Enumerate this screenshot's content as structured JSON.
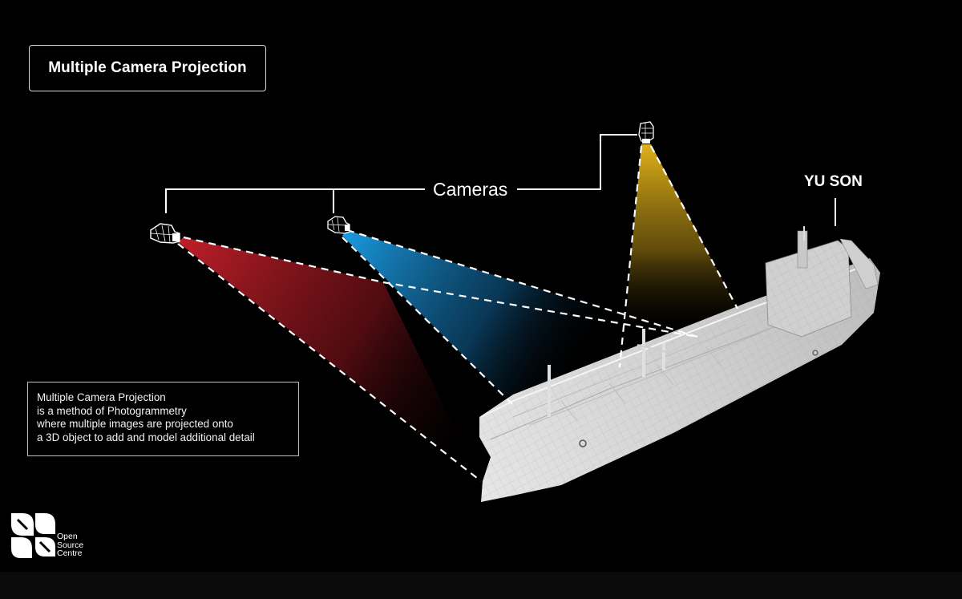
{
  "header": {
    "title": "Multiple Camera Projection"
  },
  "labels": {
    "cameras": "Cameras",
    "ship_name": "YU SON"
  },
  "description": {
    "lines": [
      "Multiple Camera Projection",
      "is a method of Photogrammetry",
      "where multiple images are projected onto",
      "a 3D object to add and model additional detail"
    ]
  },
  "logo": {
    "lines": [
      "Open",
      "Source",
      "Centre"
    ]
  },
  "colors": {
    "red_frustum": "#c8202a",
    "blue_frustum": "#1a9be0",
    "yellow_frustum": "#e0b21a",
    "background": "#000000",
    "ship": "#d9d9d9"
  },
  "icons": [
    "camera-icon",
    "open-source-centre-logo"
  ]
}
